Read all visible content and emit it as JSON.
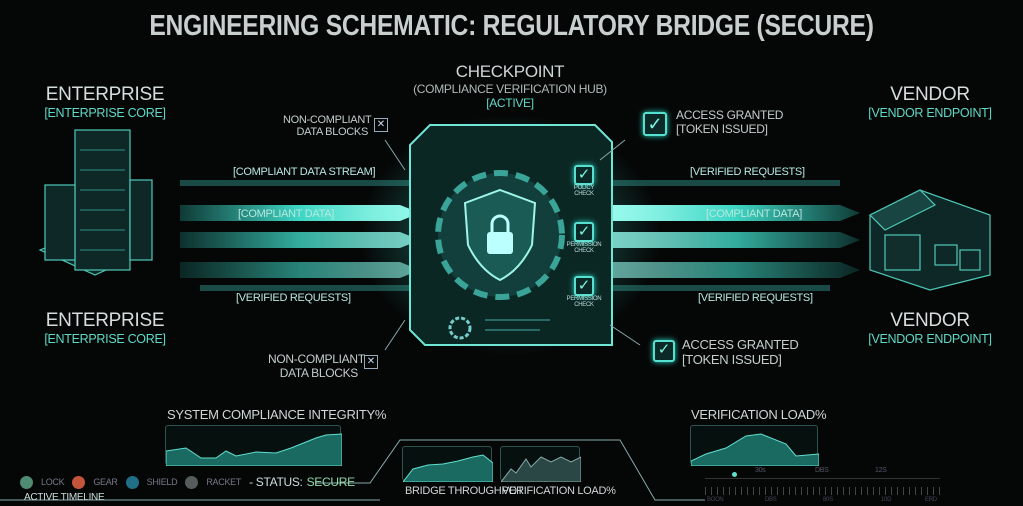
{
  "title": "ENGINEERING SCHEMATIC: REGULATORY BRIDGE (SECURE)",
  "enterprise": {
    "name": "ENTERPRISE",
    "sub": "[ENTERPRISE CORE]"
  },
  "vendor": {
    "name": "VENDOR",
    "sub": "[VENDOR ENDPOINT]"
  },
  "checkpoint": {
    "name": "CHECKPOINT",
    "sub": "(COMPLIANCE VERIFICATION HUB)",
    "state": "[ACTIVE]",
    "checks": [
      {
        "l1": "POLICY",
        "l2": "CHECK"
      },
      {
        "l1": "PERMISSION",
        "l2": "CHECK"
      },
      {
        "l1": "PERMISSION",
        "l2": "CHECK"
      }
    ]
  },
  "flows": {
    "compliant_stream": "[COMPLIANT DATA STREAM]",
    "compliant_data": "[COMPLIANT DATA]",
    "verified_requests": "[VERIFIED REQUESTS]"
  },
  "non_compliant": {
    "l1": "NON-COMPLIANT",
    "l2": "DATA BLOCKS"
  },
  "access": {
    "l1": "ACCESS GRANTED",
    "l2": "[TOKEN ISSUED]"
  },
  "charts": {
    "integrity": "SYSTEM COMPLIANCE INTEGRITY%",
    "throughput": "BRIDGE THROUGHPOT",
    "vload": "VERIFICATION LOAD%",
    "vload2": "VERIFICATION LOAD%"
  },
  "legend": {
    "items": [
      "LOCK",
      "GEAR",
      "SHIELD",
      "RACKET"
    ],
    "status_label": "- STATUS:",
    "status_value": "SECURE",
    "timeline": "ACTIVE TIMELINE",
    "colors": [
      "#4f8a72",
      "#c4553a",
      "#1f6f86",
      "#555c5c"
    ]
  },
  "timeline": {
    "top": [
      "30s",
      "DBS",
      "12S"
    ],
    "bottom": [
      "BOON",
      "DBS",
      "80S",
      "10D",
      "ERD"
    ]
  }
}
